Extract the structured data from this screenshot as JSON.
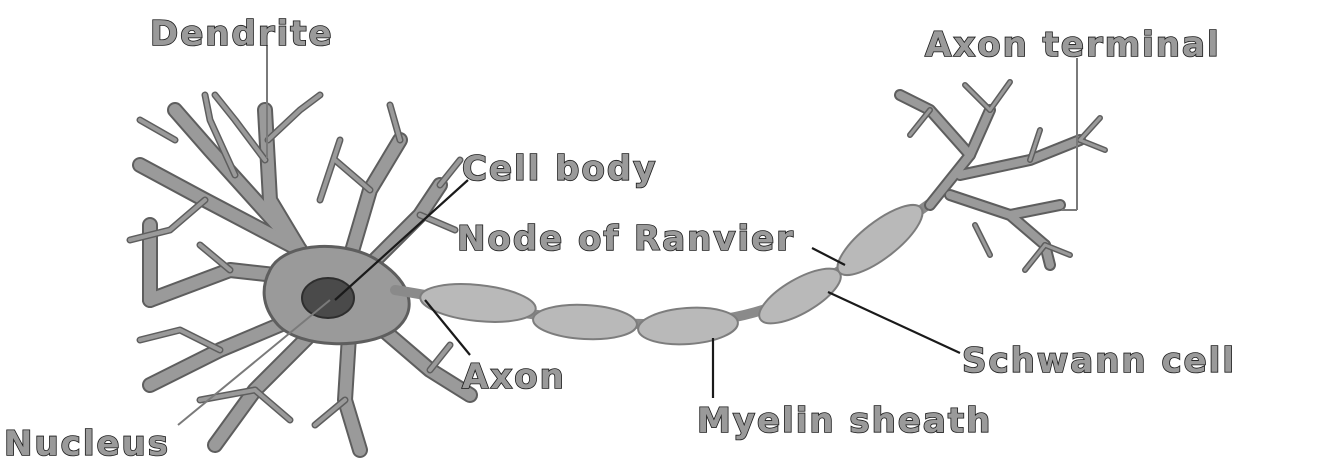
{
  "diagram": {
    "labels": {
      "dendrite": "Dendrite",
      "axon_terminal": "Axon terminal",
      "cell_body": "Cell body",
      "node_of_ranvier": "Node of Ranvier",
      "axon": "Axon",
      "schwann_cell": "Schwann cell",
      "myelin_sheath": "Myelin sheath",
      "nucleus": "Nucleus"
    },
    "colors": {
      "neuron_fill": "#9a9a9a",
      "neuron_outline": "#5e5e5e",
      "nucleus": "#4a4a4a",
      "label_outline": "#1a1a1a"
    }
  }
}
